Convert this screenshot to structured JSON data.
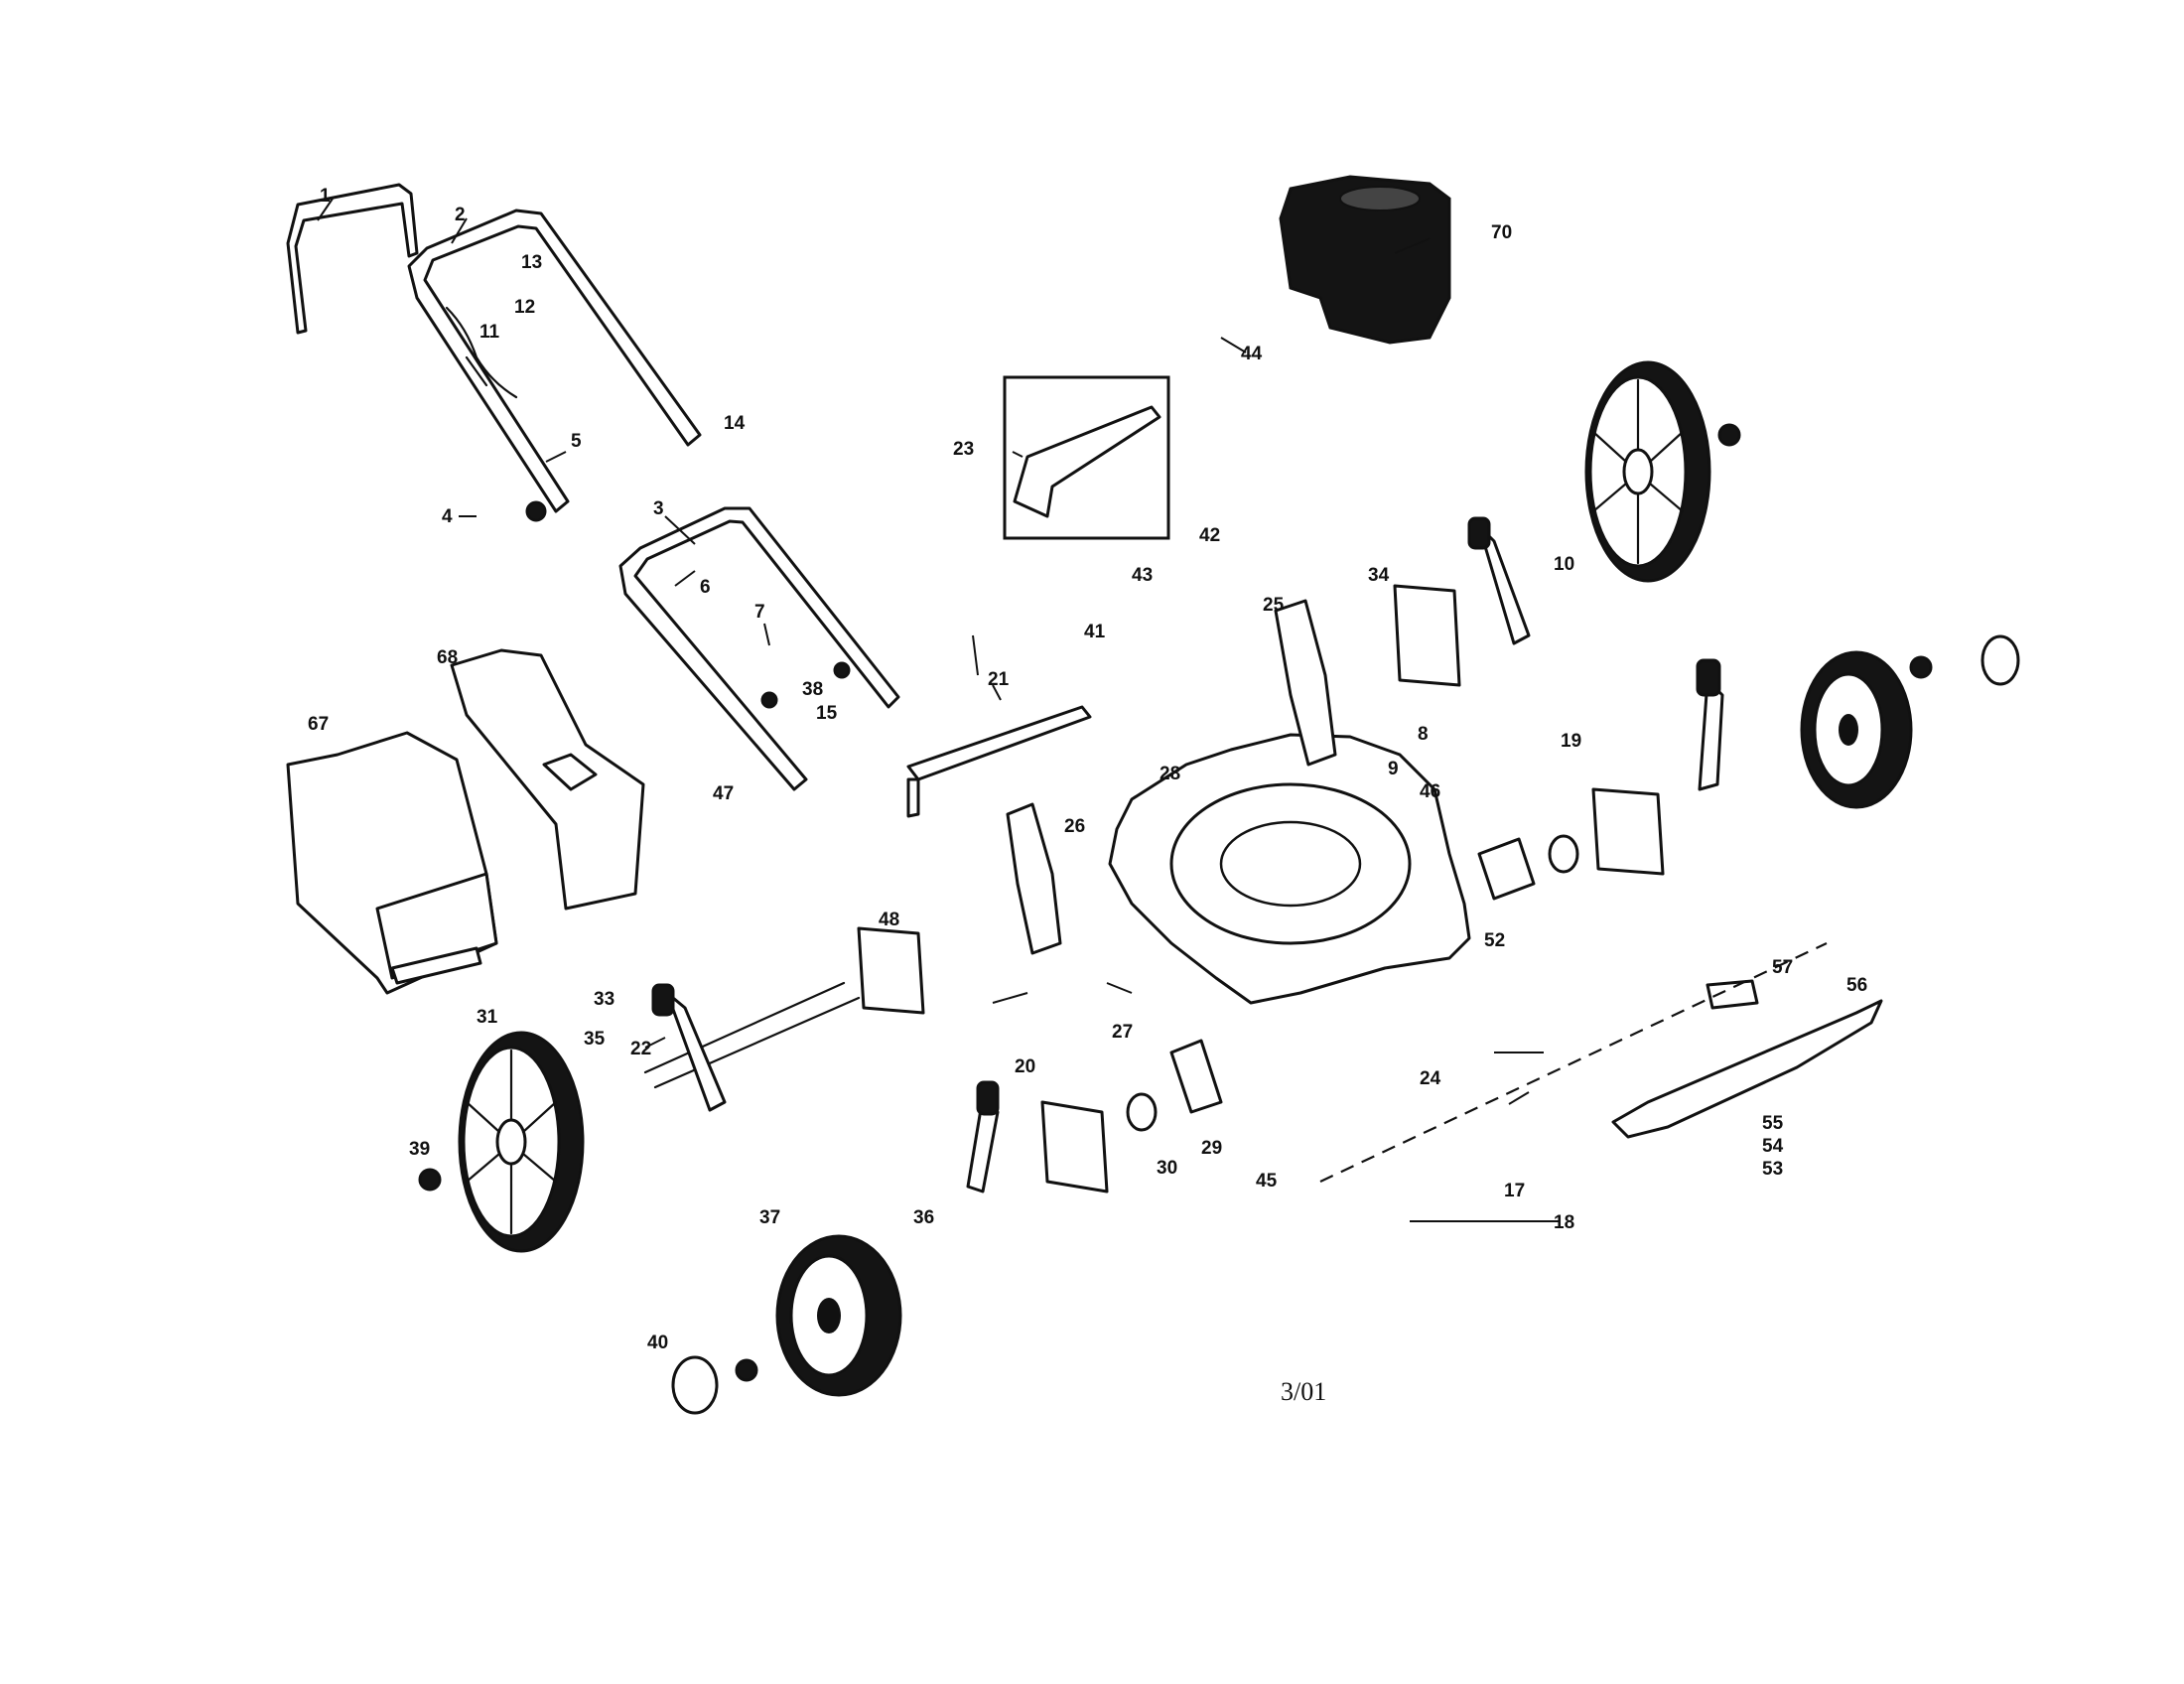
{
  "diagram": {
    "date_code": "3/01",
    "callout_labels": [
      "1",
      "2",
      "3",
      "4",
      "5",
      "6",
      "7",
      "8",
      "9",
      "10",
      "11",
      "12",
      "13",
      "14",
      "15",
      "17",
      "18",
      "19",
      "20",
      "21",
      "22",
      "23",
      "24",
      "25",
      "26",
      "27",
      "28",
      "29",
      "30",
      "31",
      "33",
      "34",
      "35",
      "36",
      "37",
      "38",
      "39",
      "40",
      "41",
      "42",
      "43",
      "44",
      "45",
      "46",
      "47",
      "48",
      "52",
      "53",
      "54",
      "55",
      "56",
      "57",
      "67",
      "68",
      "70"
    ]
  }
}
